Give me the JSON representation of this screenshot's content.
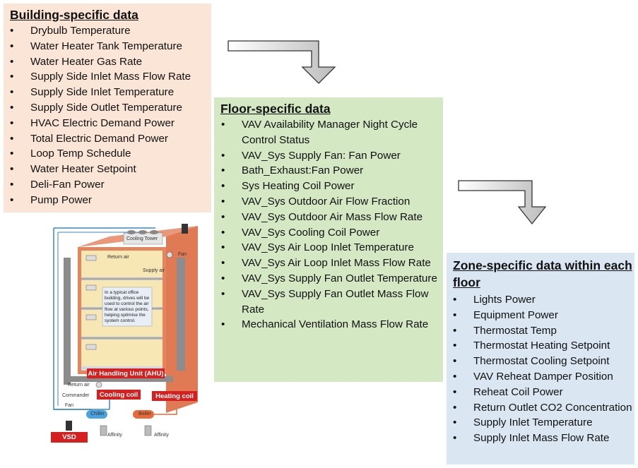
{
  "building": {
    "title": "Building-specific data",
    "items": [
      "Drybulb Temperature",
      "Water Heater Tank Temperature",
      "Water Heater Gas Rate",
      "Supply Side Inlet Mass Flow Rate",
      "Supply Side Inlet Temperature",
      "Supply Side Outlet Temperature",
      "HVAC Electric Demand Power",
      "Total Electric Demand Power",
      "Loop Temp Schedule",
      "Water Heater Setpoint",
      "Deli-Fan Power",
      "Pump Power"
    ]
  },
  "floor": {
    "title": "Floor-specific data",
    "items": [
      "VAV Availability Manager Night Cycle Control Status",
      "VAV_Sys Supply Fan: Fan Power",
      "Bath_Exhaust:Fan Power",
      "Sys Heating Coil Power",
      "VAV_Sys Outdoor Air Flow Fraction",
      "VAV_Sys Outdoor Air Mass Flow Rate",
      "VAV_Sys Cooling Coil Power",
      "VAV_Sys Air Loop Inlet Temperature",
      "VAV_Sys Air Loop Inlet Mass Flow Rate",
      "VAV_Sys Supply Fan Outlet Temperature",
      "VAV_Sys Supply Fan Outlet Mass Flow Rate",
      "Mechanical Ventilation Mass Flow Rate"
    ]
  },
  "zone": {
    "title": "Zone-specific data within each floor",
    "items": [
      "Lights Power",
      "Equipment Power",
      "Thermostat Temp",
      "Thermostat Heating Setpoint",
      "Thermostat Cooling Setpoint",
      "VAV Reheat Damper Position",
      "Reheat Coil Power",
      "Return Outlet CO2 Concentration",
      "Supply Inlet Temperature",
      "Supply Inlet Mass Flow Rate"
    ]
  },
  "illustration": {
    "cooling_tower": "Cooling Tower",
    "return_air_top": "Return air",
    "supply_air": "Supply air",
    "fan_top": "Fan",
    "note": "In a typical office building, drives will be used to control the air flow at various points, helping optimise the system control.",
    "ahu": "Air Handling Unit (AHU)",
    "return_air_bottom": "Return air",
    "cooling_coil": "Cooling coil",
    "heating_coil": "Heating coil",
    "commander": "Commander",
    "fan_bottom": "Fan",
    "chiller": "Chiller",
    "boiler": "Boiler",
    "affinity_1": "Affinity",
    "affinity_2": "Affinity",
    "vsd": "VSD"
  },
  "colors": {
    "building_bg": "#fbe5d6",
    "floor_bg": "#d5e8c4",
    "zone_bg": "#dae6f2",
    "label_red": "#d62020"
  }
}
